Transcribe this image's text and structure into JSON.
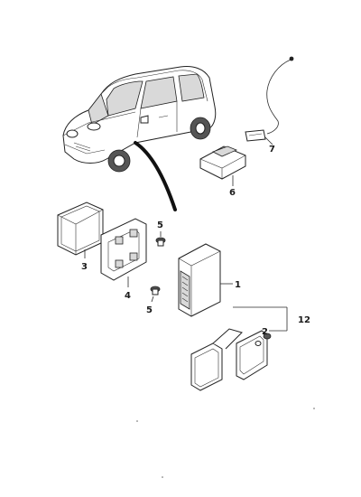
{
  "callouts": {
    "c1": "1",
    "c2": "2",
    "c3": "3",
    "c4": "4",
    "c5a": "5",
    "c5b": "5",
    "c6": "6",
    "c7": "7",
    "c12": "12"
  }
}
